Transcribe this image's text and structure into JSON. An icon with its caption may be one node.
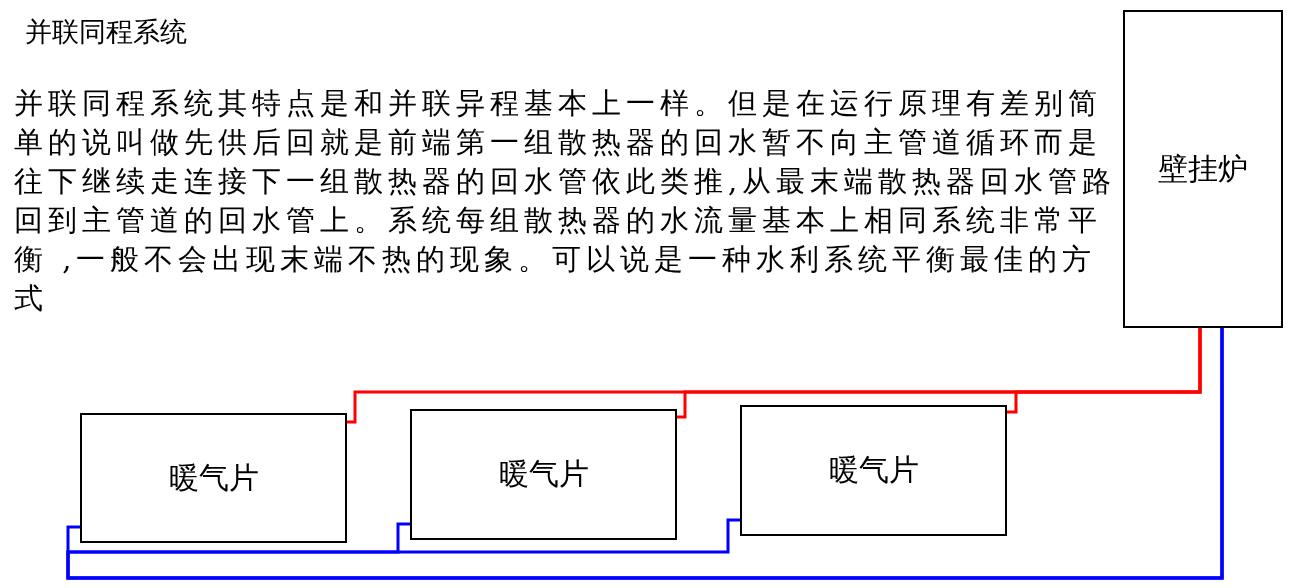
{
  "diagram": {
    "title": "并联同程系统",
    "nodes": [
      {
        "text": [
          "壁挂炉"
        ]
      },
      {
        "text": [
          "暖气片"
        ]
      },
      {
        "text": [
          "暖气片"
        ]
      },
      {
        "text": [
          "暖气片"
        ]
      }
    ],
    "edges": [
      {
        "from": 0,
        "to": 1,
        "arrow": "none",
        "color": "#ff0000"
      },
      {
        "from": 0,
        "to": 2,
        "arrow": "none",
        "color": "#ff0000"
      },
      {
        "from": 0,
        "to": 3,
        "arrow": "none",
        "color": "#ff0000"
      },
      {
        "from": 1,
        "to": 0,
        "arrow": "none",
        "color": "#0000ff"
      },
      {
        "from": 2,
        "to": 0,
        "arrow": "none",
        "color": "#0000ff"
      },
      {
        "from": 3,
        "to": 0,
        "arrow": "none",
        "color": "#0000ff"
      }
    ],
    "labels": [
      "并联同程系统其特点是和并联异程基本上一样。但是在运行原理有差别简单的说叫做先供后回就是前端第一组散热器的回水暂不向主管道循环而是往下继续走连接下一组散热器的回水管依此类推,从最末端散热器回水管路回到主管道的回水管上。系统每组散热器的水流量基本上相同系统非常平衡 ,一般不会出现末端不热的现象。可以说是一种水利系统平衡最佳的方式"
    ]
  }
}
